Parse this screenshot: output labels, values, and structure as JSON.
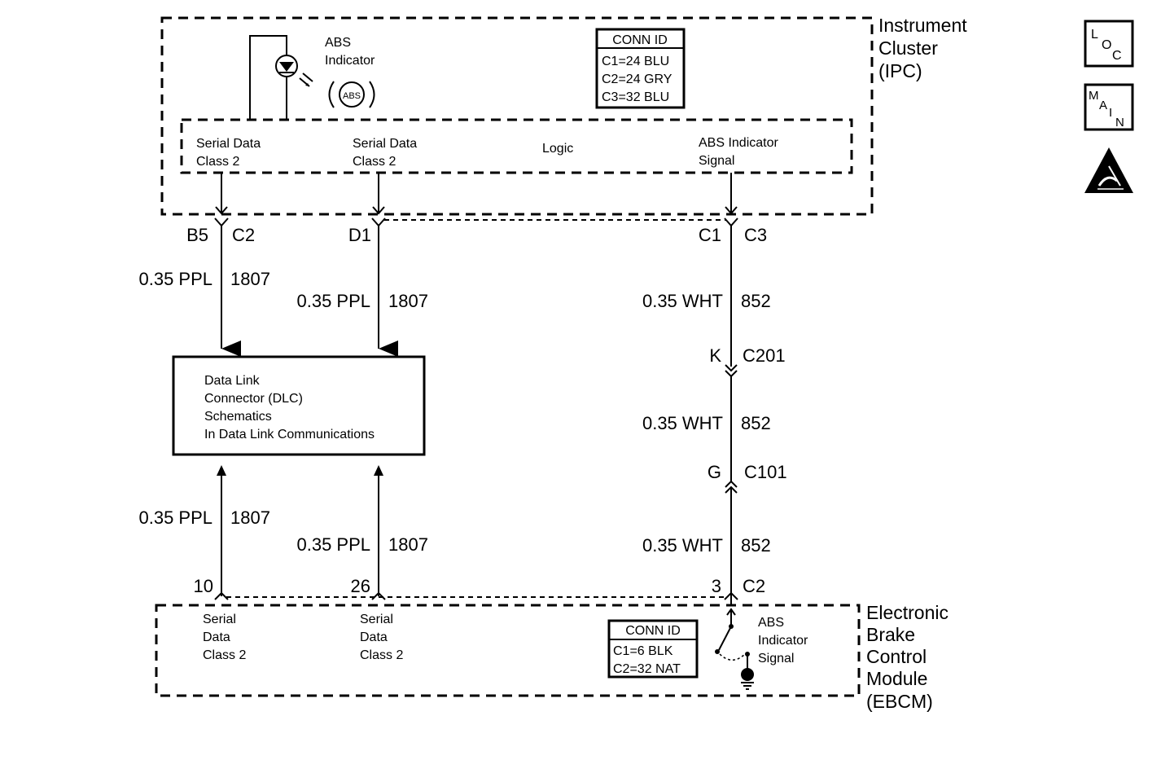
{
  "ipc": {
    "title_lines": [
      "Instrument",
      "Cluster",
      "(IPC)"
    ],
    "abs_indicator_lines": [
      "ABS",
      "Indicator"
    ],
    "abs_symbol": "ABS",
    "conn_id": {
      "header": "CONN ID",
      "rows": [
        "C1=24 BLU",
        "C2=24 GRY",
        "C3=32 BLU"
      ]
    },
    "logic_label": "Logic",
    "serial_data_1": [
      "Serial Data",
      "Class 2"
    ],
    "serial_data_2": [
      "Serial Data",
      "Class 2"
    ],
    "abs_signal": [
      "ABS Indicator",
      "Signal"
    ]
  },
  "connectors": {
    "b5": "B5",
    "c2_top": "C2",
    "d1": "D1",
    "c1": "C1",
    "c3": "C3",
    "k": "K",
    "c201": "C201",
    "g": "G",
    "c101": "C101",
    "pin10": "10",
    "pin26": "26",
    "pin3": "3",
    "c2_bottom": "C2"
  },
  "wires": {
    "w1_top": {
      "size": "0.35 PPL",
      "circuit": "1807"
    },
    "w2_top": {
      "size": "0.35 PPL",
      "circuit": "1807"
    },
    "w1_bot": {
      "size": "0.35 PPL",
      "circuit": "1807"
    },
    "w2_bot": {
      "size": "0.35 PPL",
      "circuit": "1807"
    },
    "w3_a": {
      "size": "0.35 WHT",
      "circuit": "852"
    },
    "w3_b": {
      "size": "0.35 WHT",
      "circuit": "852"
    },
    "w3_c": {
      "size": "0.35 WHT",
      "circuit": "852"
    }
  },
  "dlc": {
    "lines": [
      "Data Link",
      "Connector (DLC)",
      "Schematics",
      "In Data Link Communications"
    ]
  },
  "ebcm": {
    "title_lines": [
      "Electronic",
      "Brake",
      "Control",
      "Module",
      "(EBCM)"
    ],
    "serial_data_1": [
      "Serial",
      "Data",
      "Class 2"
    ],
    "serial_data_2": [
      "Serial",
      "Data",
      "Class 2"
    ],
    "conn_id": {
      "header": "CONN ID",
      "rows": [
        "C1=6 BLK",
        "C2=32 NAT"
      ]
    },
    "abs_signal": [
      "ABS",
      "Indicator",
      "Signal"
    ]
  },
  "side_icons": {
    "loc": [
      "L",
      "O",
      "C"
    ],
    "main": [
      "M",
      "A",
      "I",
      "N"
    ],
    "esd_icon": "esd-warning-icon"
  }
}
